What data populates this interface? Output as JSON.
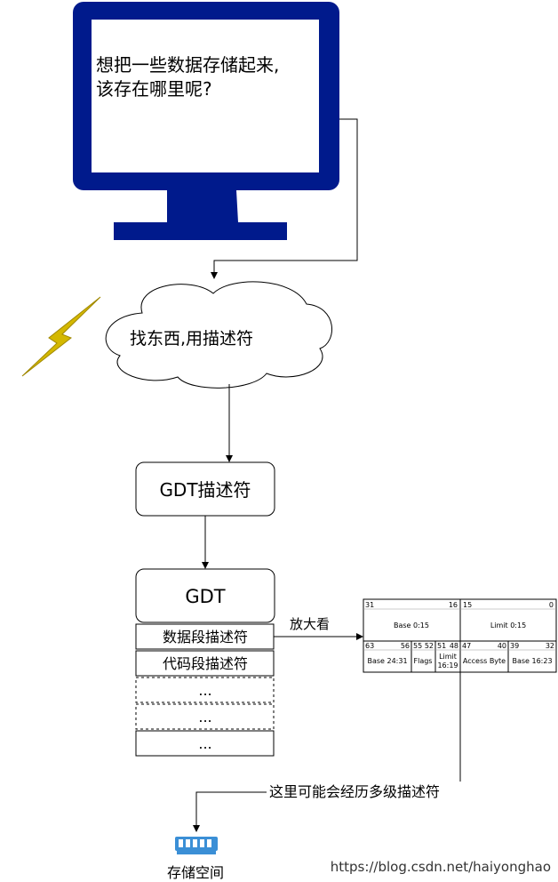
{
  "monitor": {
    "line1": "想把一些数据存储起来,",
    "line2": "该存在哪里呢?"
  },
  "cloud": {
    "label": "找东西,用描述符"
  },
  "gdt_desc_box": {
    "label": "GDT描述符"
  },
  "gdt_table": {
    "header": "GDT",
    "rows": [
      "数据段描述符",
      "代码段描述符",
      "...",
      "...",
      "..."
    ]
  },
  "zoom_label": "放大看",
  "descriptor": {
    "top_bits": [
      "31",
      "16",
      "15",
      "0"
    ],
    "top_fields": [
      "Base 0:15",
      "Limit 0:15"
    ],
    "bottom_bits": [
      "63",
      "56",
      "55",
      "52",
      "51",
      "48",
      "47",
      "40",
      "39",
      "32"
    ],
    "bottom_fields": [
      "Base 24:31",
      "Flags",
      "Limit",
      "16:19",
      "Access Byte",
      "Base 16:23"
    ]
  },
  "multilevel_label": "这里可能会经历多级描述符",
  "storage": {
    "label": "存储空间"
  },
  "watermark": "https://blog.csdn.net/haiyonghao",
  "colors": {
    "monitor": "#001a8c",
    "lightning": "#d4b800",
    "storage_icon": "#3b8fd6",
    "line": "#000000"
  }
}
